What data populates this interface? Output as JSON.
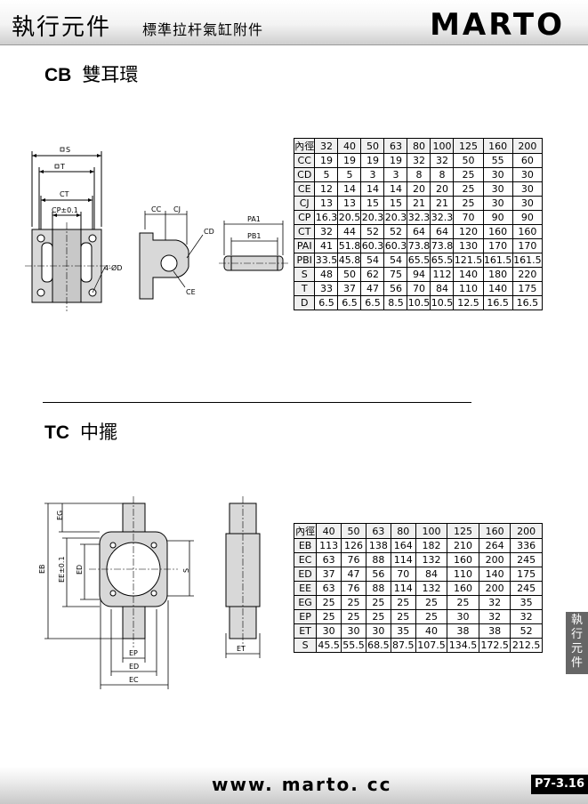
{
  "header": {
    "title": "執行元件",
    "subtitle": "標準拉杆氣缸附件",
    "brand": "MARTO"
  },
  "cb_section": {
    "code": "CB",
    "name": "雙耳環",
    "labels": {
      "s": "S",
      "t": "T",
      "ct": "CT",
      "cp": "CP±0.1",
      "hole": "4-ØD",
      "cc": "CC",
      "cj": "CJ",
      "cd": "CD",
      "ce": "CE",
      "pa1": "PA1",
      "pb1": "PB1"
    },
    "table": {
      "header": [
        "內徑",
        "32",
        "40",
        "50",
        "63",
        "80",
        "100",
        "125",
        "160",
        "200"
      ],
      "rows": [
        [
          "CC",
          "19",
          "19",
          "19",
          "19",
          "32",
          "32",
          "50",
          "55",
          "60"
        ],
        [
          "CD",
          "5",
          "5",
          "3",
          "3",
          "8",
          "8",
          "25",
          "30",
          "30"
        ],
        [
          "CE",
          "12",
          "14",
          "14",
          "14",
          "20",
          "20",
          "25",
          "30",
          "30"
        ],
        [
          "CJ",
          "13",
          "13",
          "15",
          "15",
          "21",
          "21",
          "25",
          "30",
          "30"
        ],
        [
          "CP",
          "16.3",
          "20.5",
          "20.3",
          "20.3",
          "32.3",
          "32.3",
          "70",
          "90",
          "90"
        ],
        [
          "CT",
          "32",
          "44",
          "52",
          "52",
          "64",
          "64",
          "120",
          "160",
          "160"
        ],
        [
          "PAI",
          "41",
          "51.8",
          "60.3",
          "60.3",
          "73.8",
          "73.8",
          "130",
          "170",
          "170"
        ],
        [
          "PBI",
          "33.5",
          "45.8",
          "54",
          "54",
          "65.5",
          "65.5",
          "121.5",
          "161.5",
          "161.5"
        ],
        [
          "S",
          "48",
          "50",
          "62",
          "75",
          "94",
          "112",
          "140",
          "180",
          "220"
        ],
        [
          "T",
          "33",
          "37",
          "47",
          "56",
          "70",
          "84",
          "110",
          "140",
          "175"
        ],
        [
          "D",
          "6.5",
          "6.5",
          "6.5",
          "8.5",
          "10.5",
          "10.5",
          "12.5",
          "16.5",
          "16.5"
        ]
      ]
    }
  },
  "tc_section": {
    "code": "TC",
    "name": "中擺",
    "labels": {
      "eg": "EG",
      "eb": "EB",
      "ee": "EE±0.1",
      "ed": "ED",
      "s": "S",
      "ep": "EP",
      "ed_bottom": "ED",
      "ec": "EC",
      "et": "ET"
    },
    "table": {
      "header": [
        "內徑",
        "40",
        "50",
        "63",
        "80",
        "100",
        "125",
        "160",
        "200"
      ],
      "rows": [
        [
          "EB",
          "113",
          "126",
          "138",
          "164",
          "182",
          "210",
          "264",
          "336"
        ],
        [
          "EC",
          "63",
          "76",
          "88",
          "114",
          "132",
          "160",
          "200",
          "245"
        ],
        [
          "ED",
          "37",
          "47",
          "56",
          "70",
          "84",
          "110",
          "140",
          "175"
        ],
        [
          "EE",
          "63",
          "76",
          "88",
          "114",
          "132",
          "160",
          "200",
          "245"
        ],
        [
          "EG",
          "25",
          "25",
          "25",
          "25",
          "25",
          "25",
          "32",
          "35"
        ],
        [
          "EP",
          "25",
          "25",
          "25",
          "25",
          "25",
          "30",
          "32",
          "32"
        ],
        [
          "ET",
          "30",
          "30",
          "30",
          "35",
          "40",
          "38",
          "38",
          "52"
        ],
        [
          "S",
          "45.5",
          "55.5",
          "68.5",
          "87.5",
          "107.5",
          "134.5",
          "172.5",
          "212.5"
        ]
      ]
    }
  },
  "side_tab": [
    "執",
    "行",
    "元",
    "件"
  ],
  "footer": {
    "url": "www. marto. cc",
    "page": "P7-3.16"
  }
}
